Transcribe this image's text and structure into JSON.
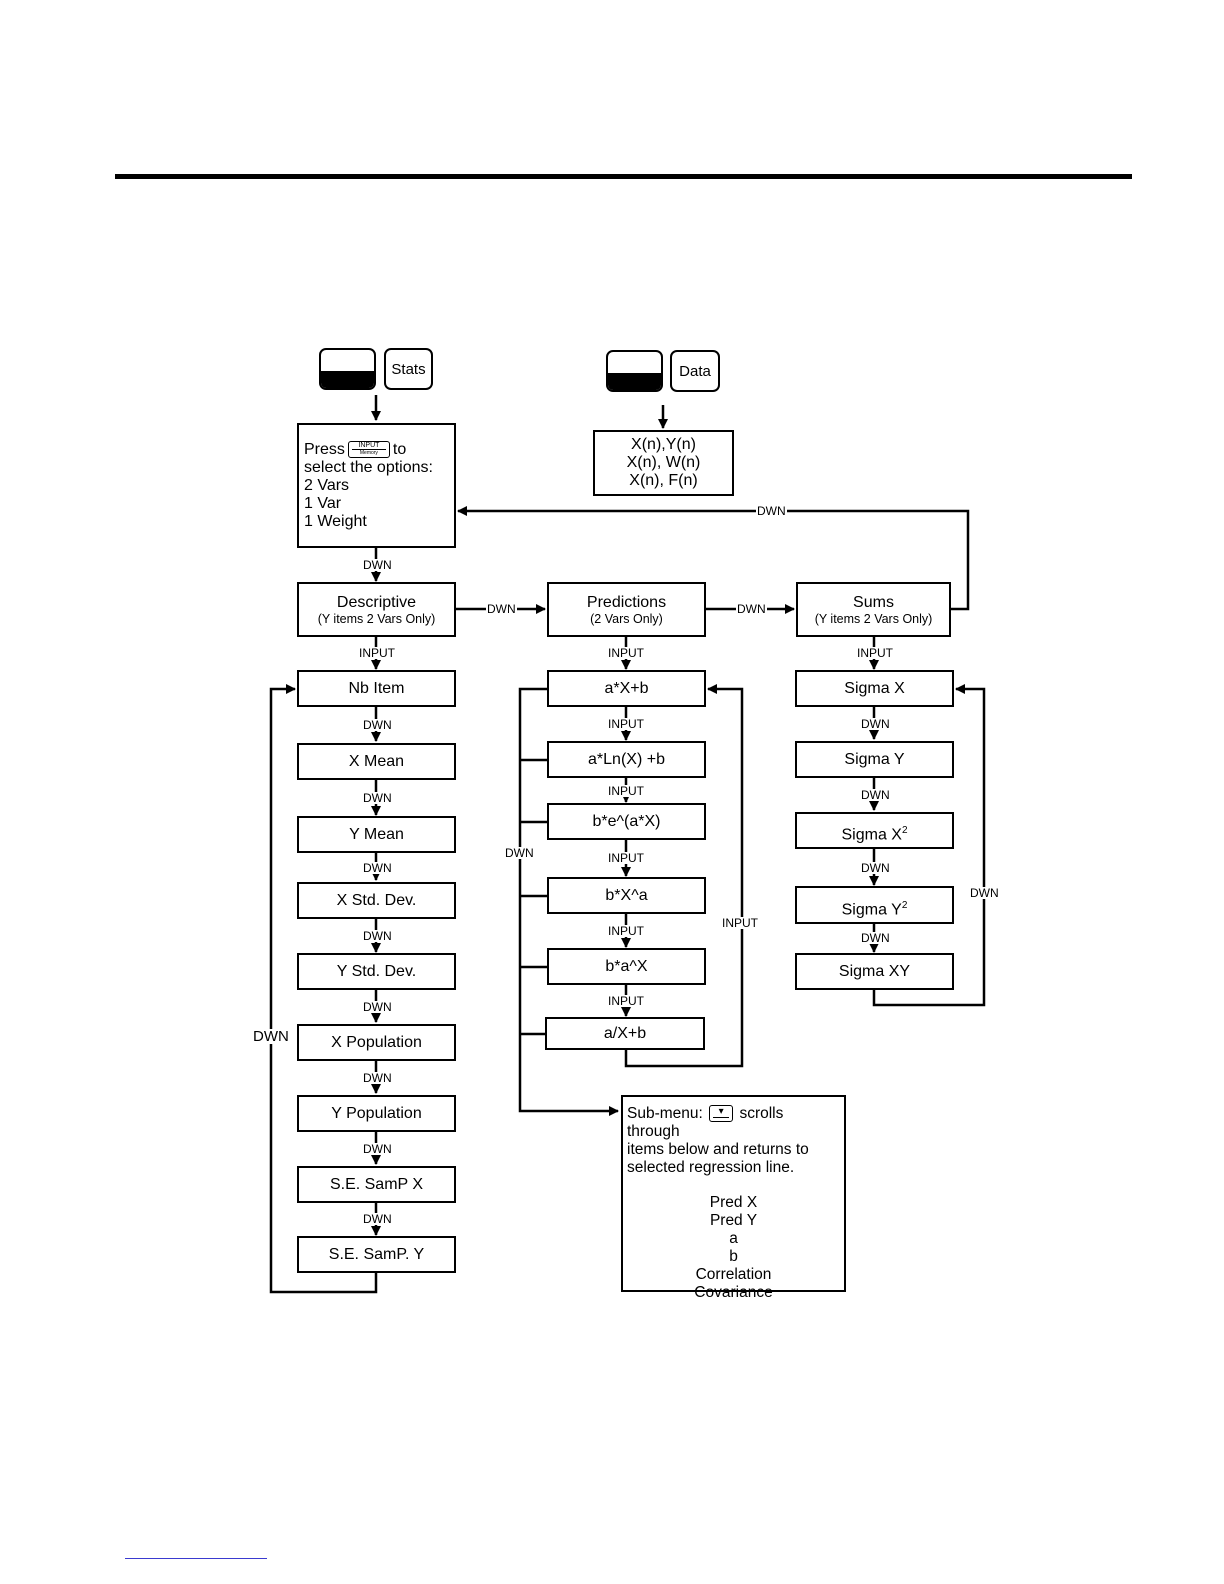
{
  "keys": {
    "stats_shift": "",
    "stats": "Stats",
    "data_shift": "",
    "data": "Data"
  },
  "options_box": {
    "press": "Press",
    "key_top": "INPUT",
    "key_bottom": "Memory",
    "to": "to",
    "line2": "select the options:",
    "options": [
      "2 Vars",
      "1 Var",
      "1 Weight"
    ]
  },
  "data_box": [
    "X(n),Y(n)",
    "X(n), W(n)",
    "X(n), F(n)"
  ],
  "menus": {
    "descriptive": {
      "title": "Descriptive",
      "sub": "(Y items 2 Vars Only)"
    },
    "predictions": {
      "title": "Predictions",
      "sub": "(2 Vars Only)"
    },
    "sums": {
      "title": "Sums",
      "sub": "(Y items 2 Vars Only)"
    }
  },
  "descriptive_items": [
    "Nb Item",
    "X Mean",
    "Y Mean",
    "X Std. Dev.",
    "Y Std. Dev.",
    "X Population",
    "Y Population",
    "S.E. SamP X",
    "S.E. SamP. Y"
  ],
  "prediction_items": [
    "a*X+b",
    "a*Ln(X) +b",
    "b*e^(a*X)",
    "b*X^a",
    "b*a^X",
    "a/X+b"
  ],
  "sums_items": {
    "sigma_x": "Sigma X",
    "sigma_y": "Sigma Y",
    "sigma_x2": "Sigma X",
    "sigma_y2": "Sigma Y",
    "superscript": "2",
    "sigma_xy": "Sigma XY"
  },
  "submenu": {
    "prefix": "Sub-menu:",
    "text1": "scrolls through",
    "text2": "items below and returns to",
    "text3": "selected regression line.",
    "items": [
      "Pred X",
      "Pred Y",
      "a",
      "b",
      "Correlation",
      "Covariance"
    ]
  },
  "labels": {
    "dwn": "DWN",
    "input": "INPUT"
  }
}
